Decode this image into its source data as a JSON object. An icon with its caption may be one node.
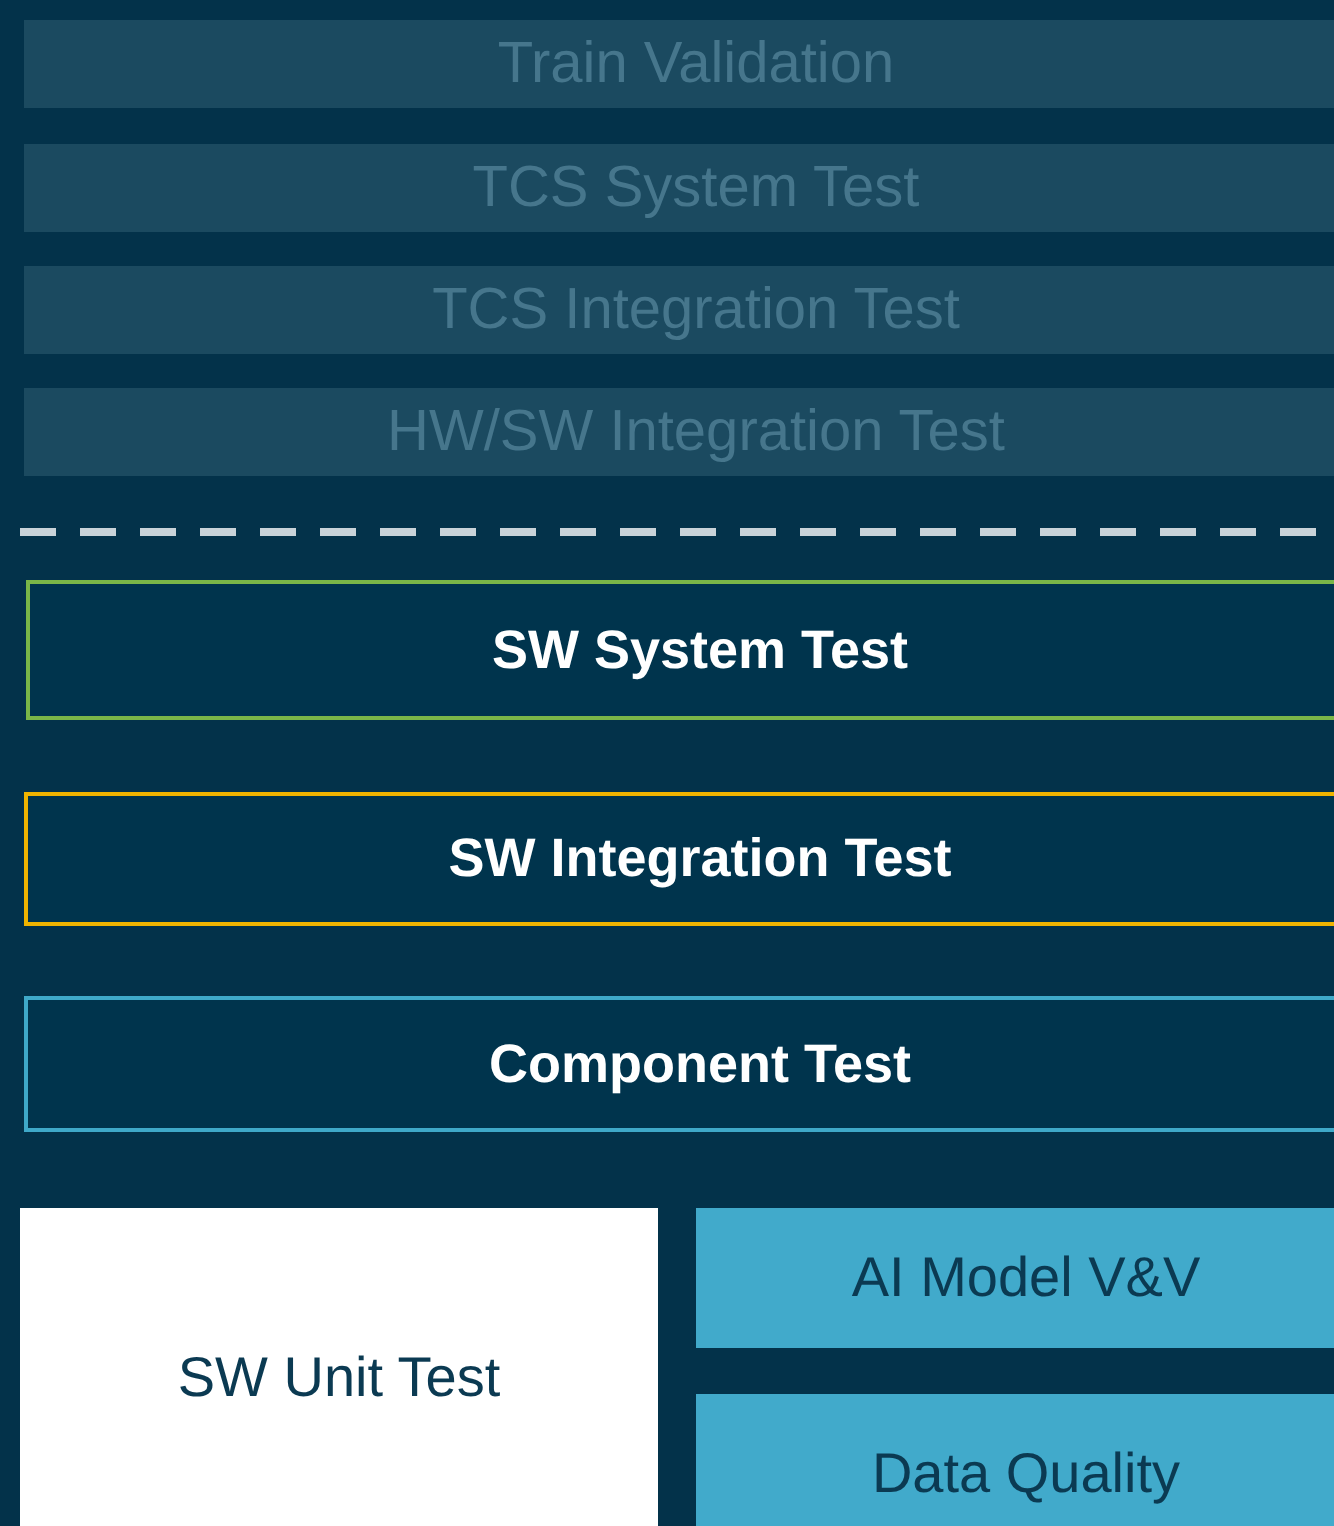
{
  "diagram": {
    "nodes": [
      {
        "text": [
          "Train Validation"
        ]
      },
      {
        "text": [
          "TCS System Test"
        ]
      },
      {
        "text": [
          "TCS Integration Test"
        ]
      },
      {
        "text": [
          "HW/SW Integration Test"
        ]
      },
      {
        "text": [
          "SW System Test"
        ]
      },
      {
        "text": [
          "SW Integration Test"
        ]
      },
      {
        "text": [
          "Component Test"
        ]
      },
      {
        "text": [
          "SW Unit Test"
        ]
      },
      {
        "text": [
          "AI Model V&V"
        ]
      },
      {
        "text": [
          "Data Quality"
        ]
      }
    ]
  }
}
